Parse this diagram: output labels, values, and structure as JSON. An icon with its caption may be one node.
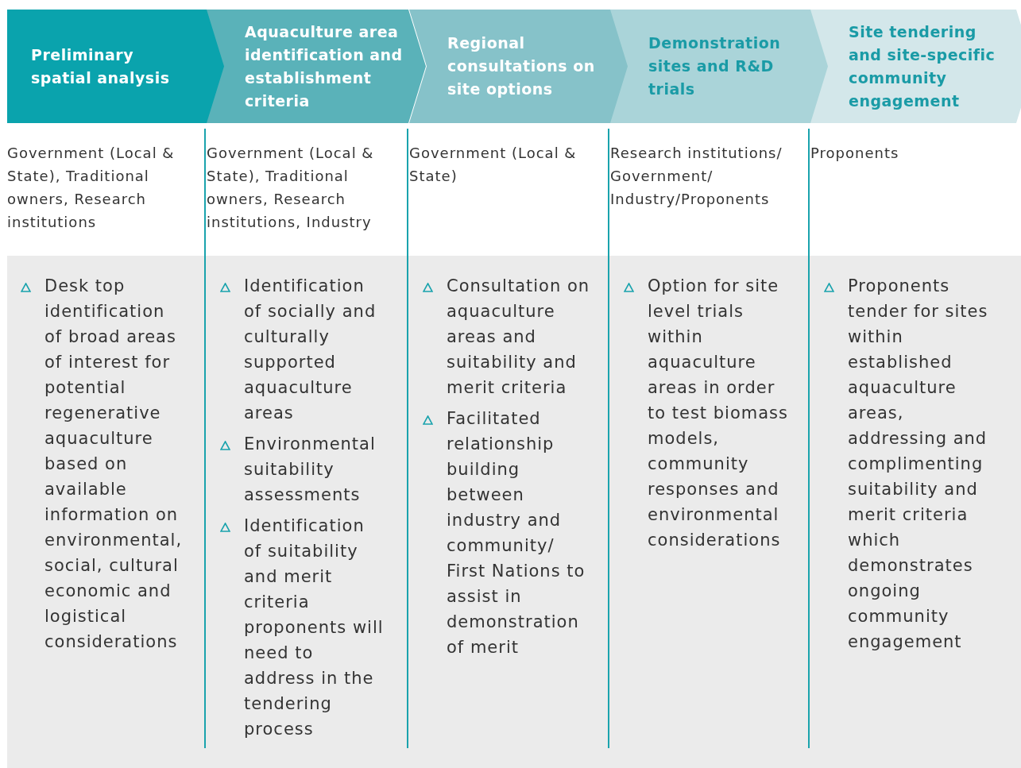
{
  "diagram": {
    "nodes": [
      {
        "text": [
          "Preliminary spatial analysis"
        ]
      },
      {
        "text": [
          "Aquaculture area identification and establishment criteria"
        ]
      },
      {
        "text": [
          "Regional consultations on site options"
        ]
      },
      {
        "text": [
          "Demonstration sites and R&D trials"
        ]
      },
      {
        "text": [
          "Site tendering and site-specific community engagement"
        ]
      }
    ],
    "labels": [
      "Government (Local & State), Traditional owners, Research institutions",
      "Government (Local & State), Traditional owners, Research institutions, Industry",
      "Government (Local & State)",
      "Research institutions/ Government/ Industry/Proponents",
      "Proponents",
      "Desk top identification of broad areas of interest for potential regenerative aquaculture based on available information on environmental, social, cultural economic and logistical considerations",
      "Identification of socially and culturally supported aquaculture areas",
      "Environmental suitability assessments",
      "Identification of suitability and merit criteria proponents will need to address in the tendering process",
      "Consultation on aquaculture areas and suitability and merit criteria",
      "Facilitated relationship building between industry and community/ First Nations to assist in demonstration of merit",
      "Option for site level trials within aquaculture areas in order to test biomass models, community responses and environmental considerations",
      "Proponents tender for sites within established aquaculture areas, addressing and complimenting suitability and merit criteria which demonstrates ongoing community engagement"
    ]
  }
}
